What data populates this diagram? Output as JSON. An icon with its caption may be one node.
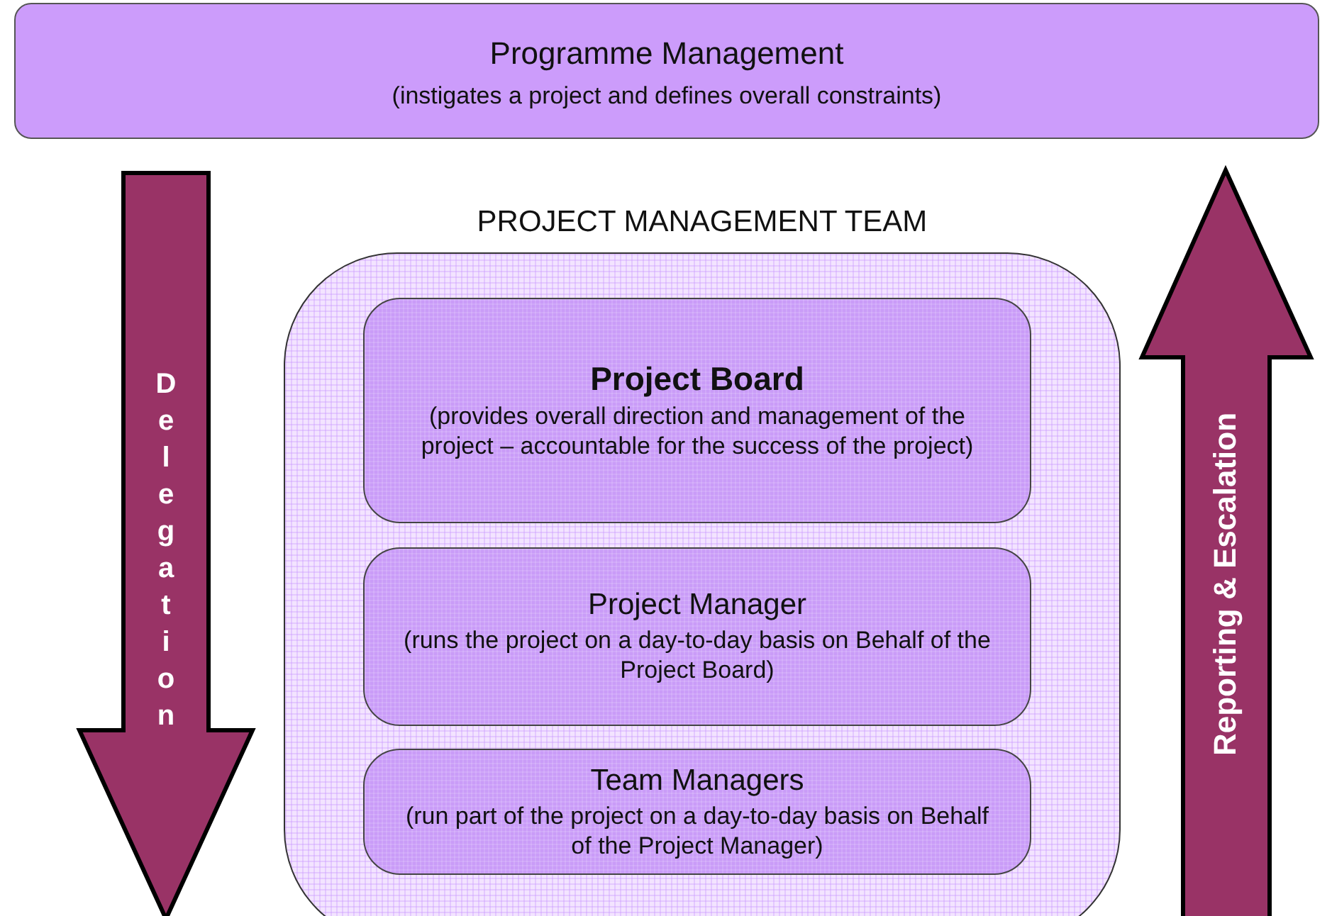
{
  "diagram": {
    "nodes": [
      {
        "text": [
          "Programme Management",
          "(instigates a project and defines overall constraints)"
        ]
      },
      {
        "text": [
          "PROJECT MANAGEMENT TEAM"
        ]
      },
      {
        "text": [
          "Project Board",
          "(provides overall direction and management of the project – accountable for the success of the project)"
        ],
        "in": 1
      },
      {
        "text": [
          "Project Manager",
          "(runs the project on a day-to-day basis on Behalf of the Project Board)"
        ],
        "in": 1
      },
      {
        "text": [
          "Team Managers",
          "(run part of the project on a day-to-day basis on Behalf of the Project Manager)"
        ],
        "in": 1
      },
      {
        "text": [
          "Delegation"
        ]
      },
      {
        "text": [
          "Reporting & Escalation"
        ]
      }
    ]
  }
}
